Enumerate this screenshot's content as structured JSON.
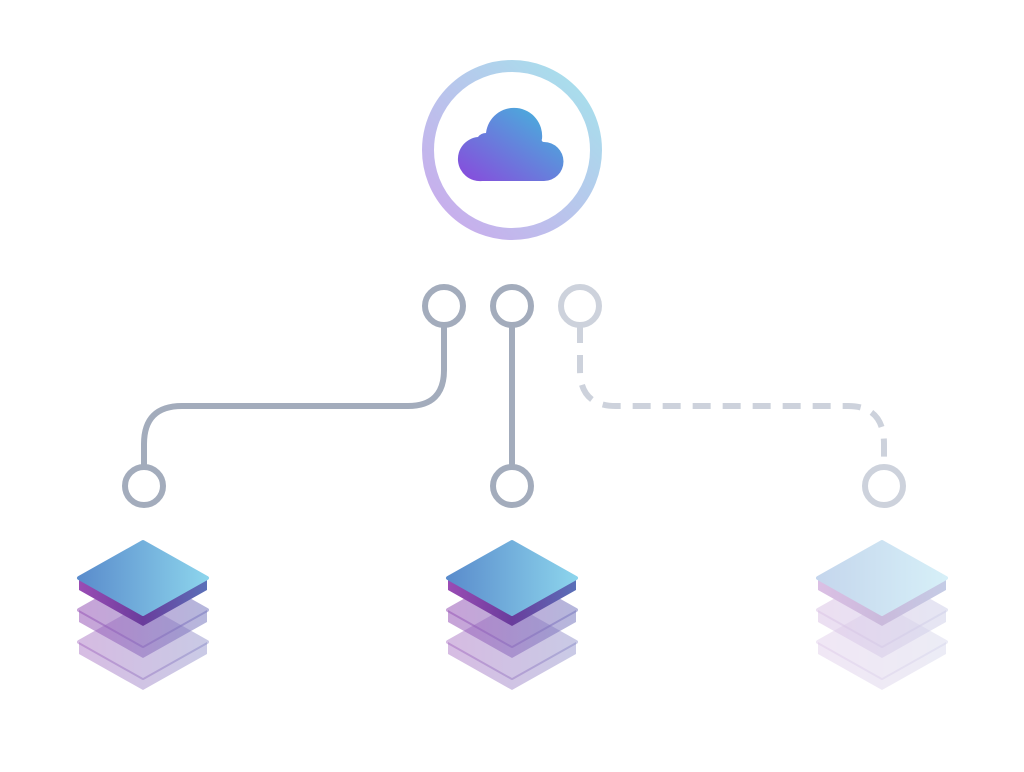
{
  "diagram": {
    "hub": {
      "icon": "cloud-icon",
      "ring_colors": [
        "#a8e0ea",
        "#c8b0ec"
      ],
      "cloud_colors": [
        "#8a4fdc",
        "#48b4dc"
      ]
    },
    "connector_color": "#a3acbc",
    "inactive_connector_color": "#cdd2dc",
    "nodes": [
      {
        "icon": "database-stack-icon",
        "state": "active",
        "link": "solid"
      },
      {
        "icon": "database-stack-icon",
        "state": "active",
        "link": "solid"
      },
      {
        "icon": "database-stack-icon",
        "state": "inactive",
        "link": "dashed"
      }
    ]
  }
}
